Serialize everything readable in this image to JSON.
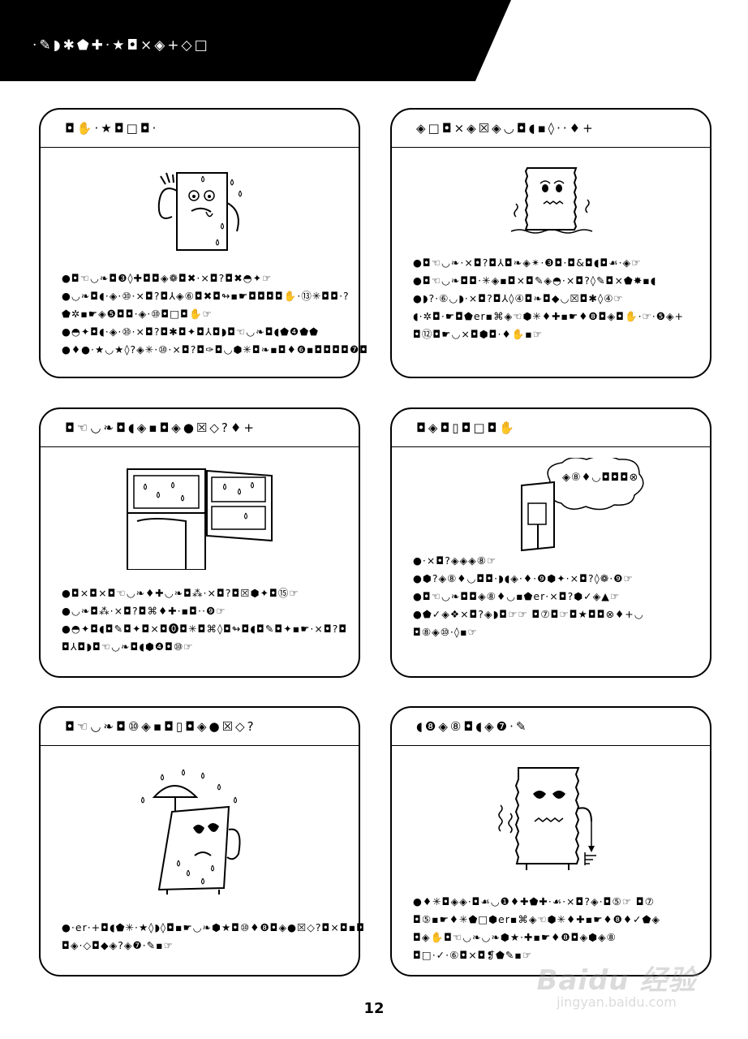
{
  "header": {
    "title": "·✎◗✱⬟✚·★◘×◈+◇□"
  },
  "panels": [
    {
      "title": "◘✋·★◘□◘·",
      "bullets": [
        "●◘☜◡❧◘❸◊✚◘◘◈❁◘✖·×◘?◘✖◓✦☞",
        "●◡❧◘◖·◈·⑩·×◘?◘⅄◈⑥◘✖◘↬▪☛◘◘◘◘✋·⑬✳◘◘·?",
        "  ⬟✲▪☛◈❺◘◘·◈·⑩◘□◘✋☞",
        "●◓✦◘◖·◈·⑩·×◘?◘✱◘✦◘⅄◘◗◘☜◡❧◘◖⬟❹⬟⬟",
        "●♦●·★◡★◊?◈✳·⑩·×◘?◘✑◘◡⬢✳◘❧▪◘♦❻▪◘◘◘◘❼◘"
      ]
    },
    {
      "title": "◈□◘×◈☒◈◡◘◖▪◊··♦+",
      "bullets": [
        "●◘☜◡❧·×◘?◘⅄◘❧◈✴·❸◘·◘&◘◖◘☙·◈☞",
        "●◘☜◡❧◘◘·✳◈▪◘×◘✎◈◓·×◘?◊✎◘×⬟✸▪◖",
        "●◗?·⑥◡◗·×◘?◘⅄◊④◘❧◘◆◡☒◘✱◊④☞",
        "  ◖·✲◘·☛◘⬟er▪⌘◈☜⬢✳♦✚▪☛♦❽◘◈◘✋·☞·❺◈+",
        "  ◘⑫◘☛◡×◘⬢◘·♦✋▪☞"
      ]
    },
    {
      "title": "◘☜◡❧◘◖◈▪◘◈●☒◇?♦+",
      "bullets": [
        "●◘×◘×◘☜◡❧♦✚◡❧◘⁂·×◘?◘☒⬢✦◘⑮☞",
        "●◡❧◘⁂·×◘?◘⌘♦✚·▪◘··❾☞",
        "●◓✦◘◖◘✎◘✦◘×◘⓿◘✳◘⌘◊◘↬◘◖◘✎◘✦▪☛·×◘?◘",
        "  ◘⅄◘◗◘☜◡❧◘◖⬢❹◘⑩☞"
      ]
    },
    {
      "title": "◘◈◘▯◘□◘✋",
      "bubble_text": "◈⑧♦◡◘◘◘⊗",
      "bullets": [
        "●·×◘?◈◈◈⑧☞",
        "●⬢?◈⑧♦◡◘◘·◗◖◈·♦·❾⬢✦·×◘?◊❁·❾☞",
        "●◘☜◡❧◘◘◈⑧♦◡▪⬟er·×◘?⬢✓◈▲☞",
        "●⬟✓◈❖×◘?◈◗◘☞☞ ◘⑦◘☞◘★◘◘⊗♦+◡",
        "  ◘⑧◈⑩·◊▪☞"
      ]
    },
    {
      "title": "◘☜◡❧◘⑩◈▪◘▯◘◈●☒◇?",
      "bullets": [
        "●·er·+◘◖⬟✳·★◊◗◊◘▪☛◡❧⬢★◘⑩♦❽◘◈●☒◇?◘×◘▪◘",
        "  ◘◈·◇◘◆◈?◈❼·✎▪☞"
      ]
    },
    {
      "title": "◖❽◈⑧◘◖◈❼·✎",
      "bullets": [
        "●♦✳◘◈◈·◘☙◡❶♦✚⬟✚·☙·×◘?◈·◘⑤☞ ◘⑦",
        "  ◘⑤▪☛♦✳⬟□⬢er▪⌘◈☜⬢✳♦✚▪☛♦❽♦✓⬟◈",
        "  ◘◈✋◘☜◡❧◡❧⬢★·✚▪☛♦❽◘◈⬢◈⑧",
        "  ◘□·✓·⑥◘×◘❡⬟✎▪☞"
      ]
    }
  ],
  "page_number": "12",
  "watermark": {
    "logo": "Baidu 经验",
    "url": "jingyan.baidu.com"
  }
}
